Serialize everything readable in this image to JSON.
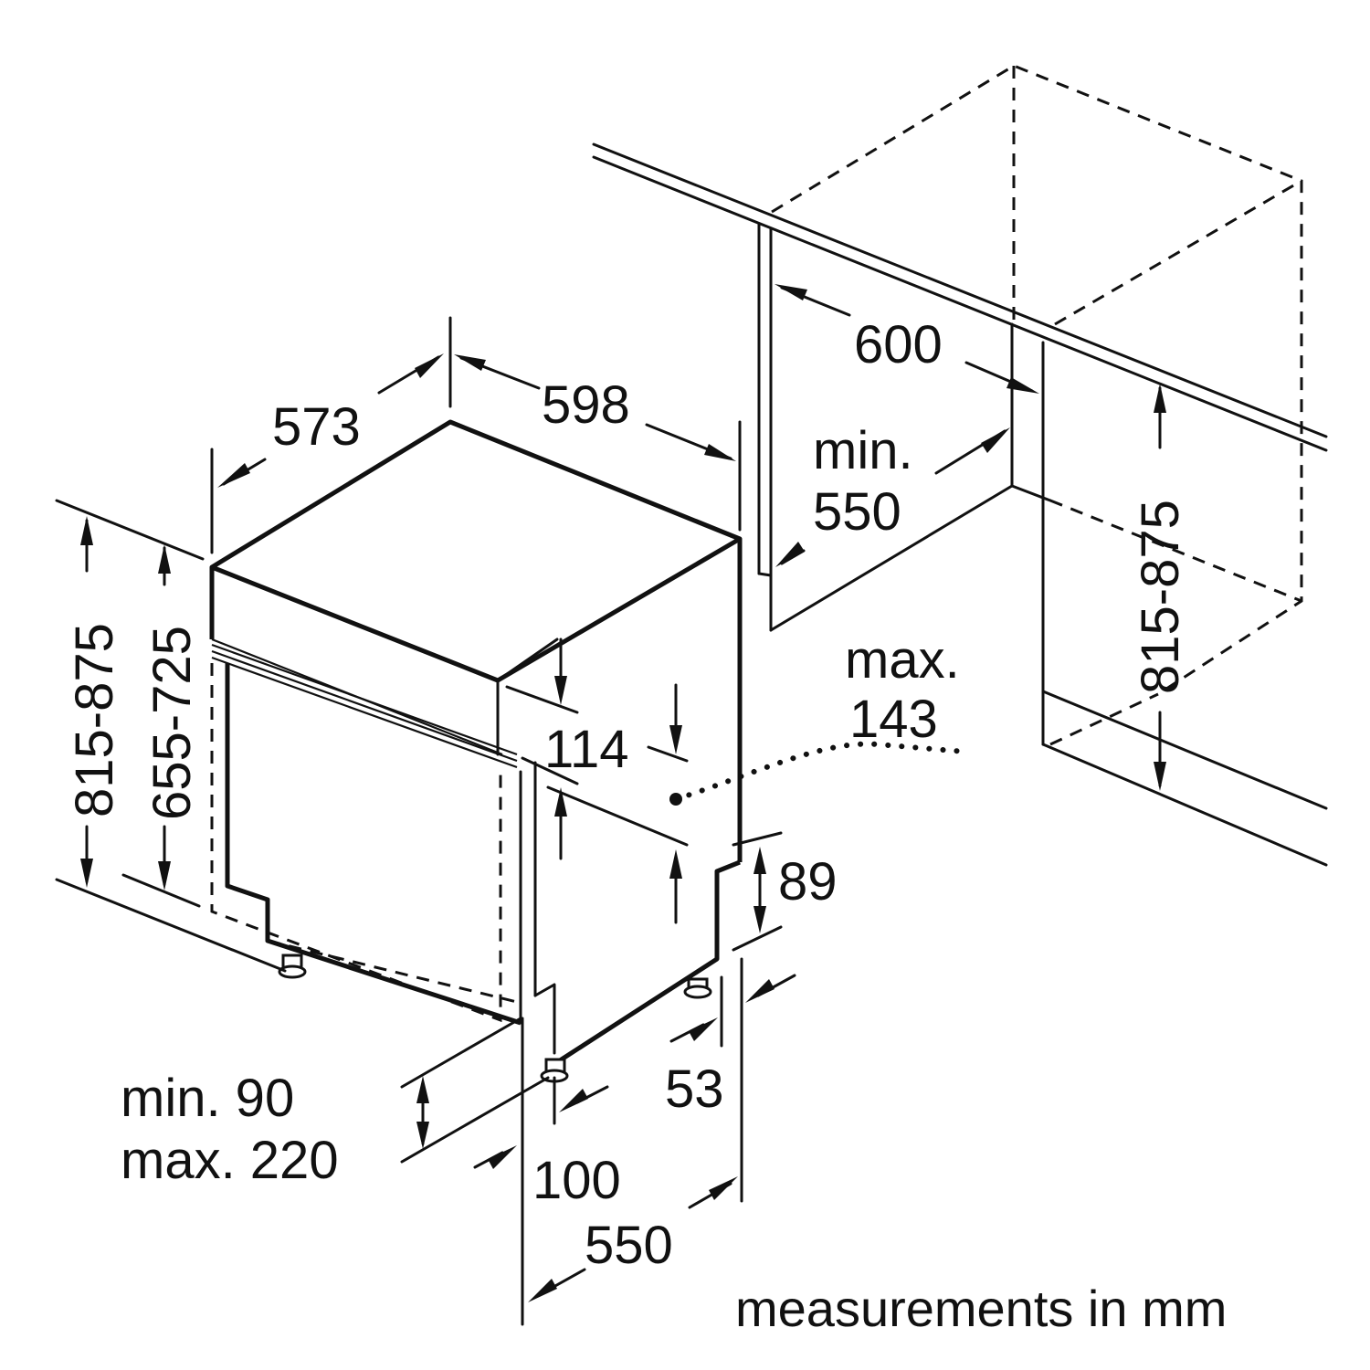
{
  "labels": {
    "depth_573": "573",
    "width_598": "598",
    "niche_width_600": "600",
    "niche_depth_min": "min.",
    "niche_depth_550": "550",
    "niche_height": "815-875",
    "total_height": "815-875",
    "appliance_height": "655-725",
    "panel_114": "114",
    "plinth_89": "89",
    "plug_max": "max.",
    "plug_143": "143",
    "plinth_min": "min. 90",
    "plinth_max": "max. 220",
    "foot_100": "100",
    "foot_53": "53",
    "bottom_depth_550": "550"
  },
  "footer": {
    "units_note": "measurements in mm"
  }
}
